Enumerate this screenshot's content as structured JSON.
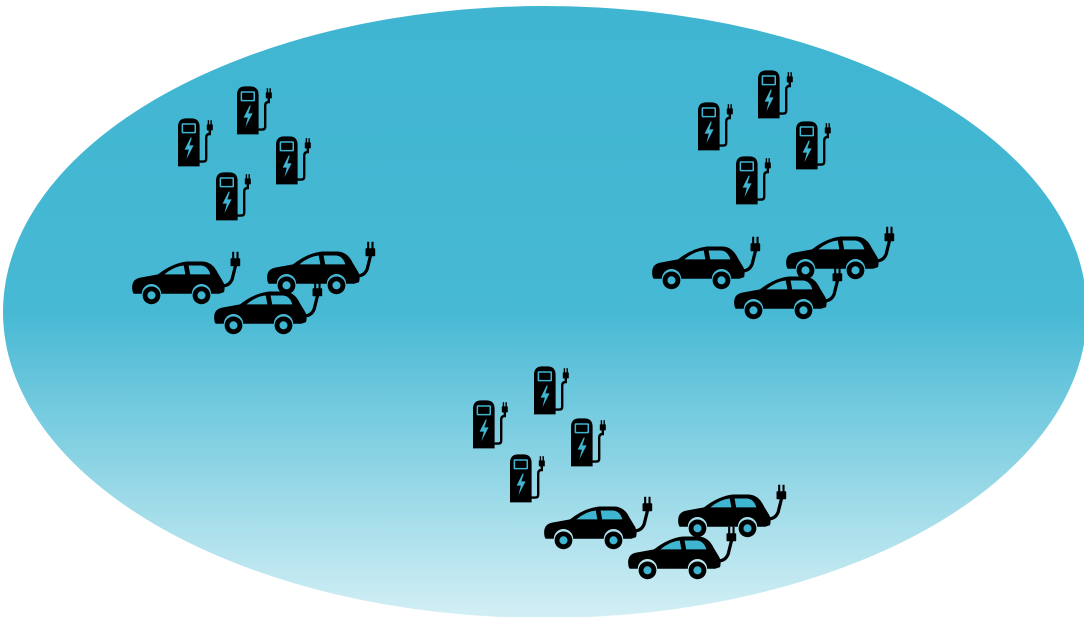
{
  "colors": {
    "background": "#ffffff",
    "region_top": "#3fb5d1",
    "region_mid": "#47b9d4",
    "region_bottom": "#d3eff5",
    "icon_fill": "#000000",
    "bolt_fill": "#3fb5d1"
  },
  "icons": {
    "charger": "charging-station-icon",
    "car": "electric-car-icon",
    "plug": "plug-icon",
    "bolt": "lightning-bolt-icon"
  },
  "clusters": [
    {
      "name": "cluster-top-left",
      "stations": 4,
      "cars": 3
    },
    {
      "name": "cluster-top-right",
      "stations": 4,
      "cars": 3
    },
    {
      "name": "cluster-bottom-center",
      "stations": 4,
      "cars": 3
    }
  ]
}
